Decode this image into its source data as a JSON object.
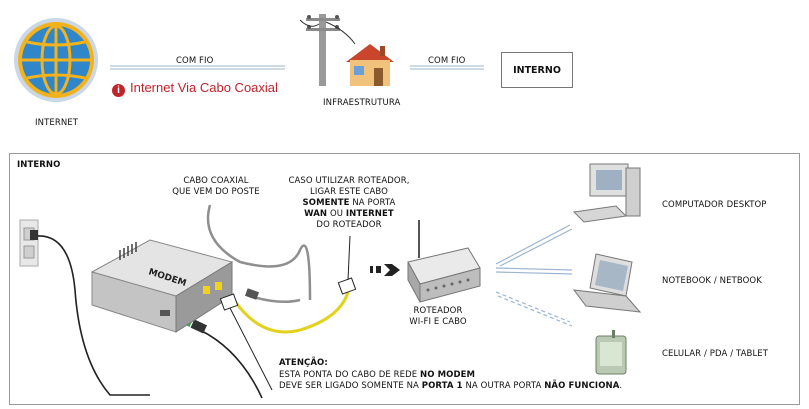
{
  "top": {
    "internet_label": "INTERNET",
    "com_fio_left": "COM FIO",
    "com_fio_right": "COM FIO",
    "infra_label": "INFRAESTRUTURA",
    "interno_box": "INTERNO",
    "cabo_link": "Internet Via Cabo Coaxial"
  },
  "panel": {
    "title": "INTERNO",
    "coax_line1": "CABO COAXIAL",
    "coax_line2": "QUE VEM DO POSTE",
    "modem_label": "MODEM",
    "router_note": {
      "l1": "CASO UTILIZAR ROTEADOR,",
      "l2": "LIGAR ESTE CABO",
      "l3a": "SOMENTE",
      "l3b": " NA PORTA",
      "l4a": "WAN",
      "l4b": " OU ",
      "l4c": "INTERNET",
      "l5": "DO ROTEADOR"
    },
    "router_line1": "ROTEADOR",
    "router_line2": "WI-FI E CABO",
    "devices": {
      "desktop": "COMPUTADOR DESKTOP",
      "notebook": "NOTEBOOK / NETBOOK",
      "mobile": "CELULAR / PDA / TABLET"
    },
    "attention": {
      "title": "ATENÇÃO:",
      "l2a": "ESTA PONTA DO CABO DE REDE ",
      "l2b": "NO MODEM",
      "l3a": "DEVE SER LIGADO SOMENTE NA ",
      "l3b": "PORTA 1",
      "l3c": " NA OUTRA PORTA ",
      "l3d": "NÃO FUNCIONA",
      "l3e": "."
    }
  },
  "colors": {
    "accent_red": "#c0242b",
    "cable_yellow": "#e2d21e",
    "globe_blue": "#2f86c9"
  }
}
